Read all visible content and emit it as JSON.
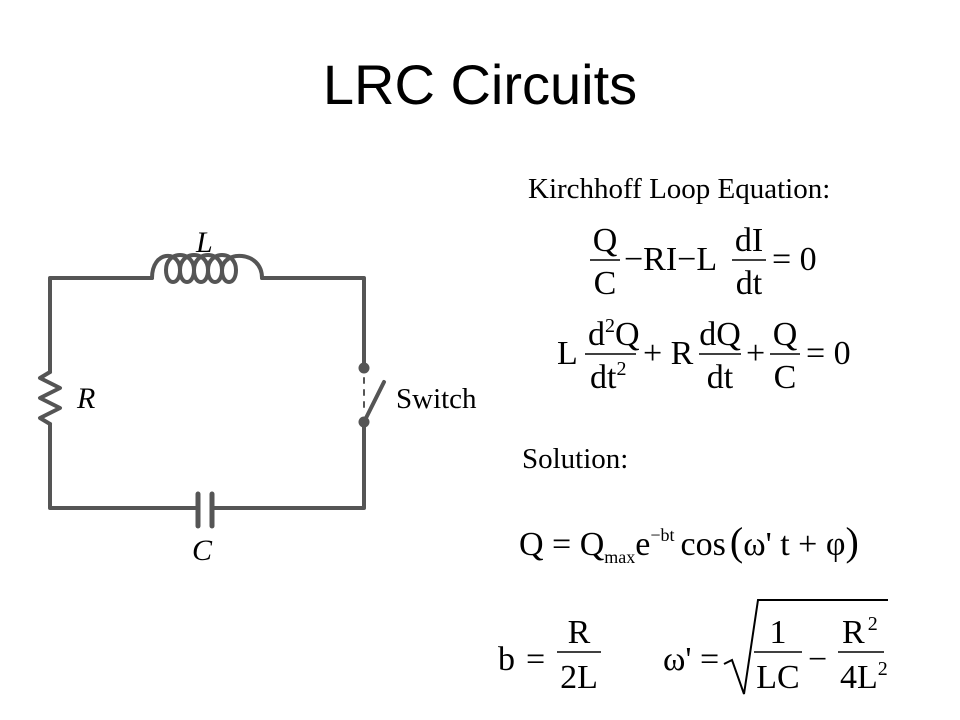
{
  "title": "LRC Circuits",
  "labels": {
    "kirchhoff": "Kirchhoff Loop Equation:",
    "solution": "Solution:"
  },
  "circuit": {
    "inductor_label": "L",
    "resistor_label": "R",
    "capacitor_label": "C",
    "switch_label": "Switch"
  },
  "eq1": {
    "num1": "Q",
    "den1": "C",
    "mid": "−RI−L",
    "num2": "dI",
    "den2": "dt",
    "rhs": "= 0"
  },
  "eq2": {
    "lead": "L",
    "num1": "d",
    "num1_sup": "2",
    "num1_end": "Q",
    "den1": "dt",
    "den1_sup": "2",
    "op1": "+ R",
    "num2": "dQ",
    "den2": "dt",
    "op2": "+",
    "num3": "Q",
    "den3": "C",
    "rhs": "= 0"
  },
  "eq3": {
    "lhs": "Q = Q",
    "sub": "max",
    "e": "e",
    "exp": "−bt",
    "cos": "cos",
    "open": "(",
    "arg": "ω' t + φ",
    "close": ")"
  },
  "eq4": {
    "b": "b",
    "eq": "=",
    "num": "R",
    "den": "2L"
  },
  "eq5": {
    "omega": "ω' =",
    "num1": "1",
    "den1": "LC",
    "minus": "−",
    "num2": "R",
    "num2_sup": "2",
    "den2": "4L",
    "den2_sup": "2"
  }
}
